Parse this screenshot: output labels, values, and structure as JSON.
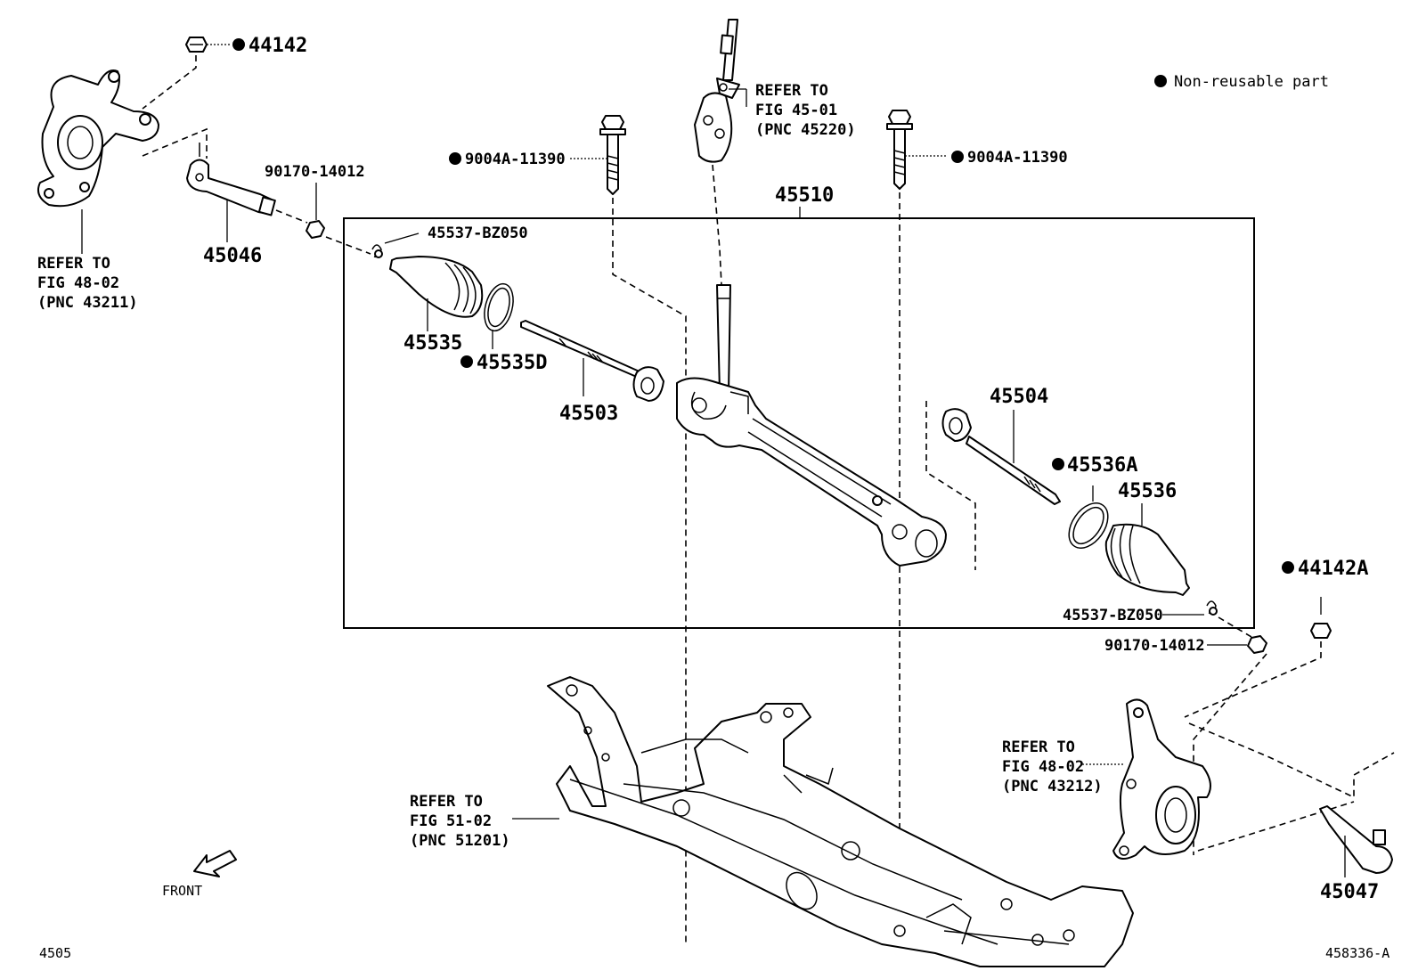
{
  "legend": {
    "mark": "●",
    "text": "Non-reusable part"
  },
  "labels": {
    "nut_left": "44142",
    "nut_right": "44142A",
    "bolt_left": "9004A-11390",
    "bolt_right": "9004A-11390",
    "tie_rod_end_left": "45046",
    "tie_rod_end_right": "45047",
    "lock_nut_left": "90170-14012",
    "lock_nut_right": "90170-14012",
    "clip_left": "45537-BZ050",
    "clip_right": "45537-BZ050",
    "gear_assembly": "45510",
    "boot_left": "45535",
    "clamp_left": "45535D",
    "rack_end_left": "45503",
    "rack_end_right": "45504",
    "clamp_right": "45536A",
    "boot_right": "45536"
  },
  "refs": {
    "knuckle_left": [
      "REFER TO",
      "FIG 48-02",
      "(PNC 43211)"
    ],
    "knuckle_right": [
      "REFER TO",
      "FIG 48-02",
      "(PNC 43212)"
    ],
    "steering_shaft": [
      "REFER TO",
      "FIG 45-01",
      "(PNC 45220)"
    ],
    "crossmember": [
      "REFER TO",
      "FIG 51-02",
      "(PNC 51201)"
    ]
  },
  "front_label": "FRONT",
  "fig_code": "4505",
  "illustration_id": "458336-A"
}
